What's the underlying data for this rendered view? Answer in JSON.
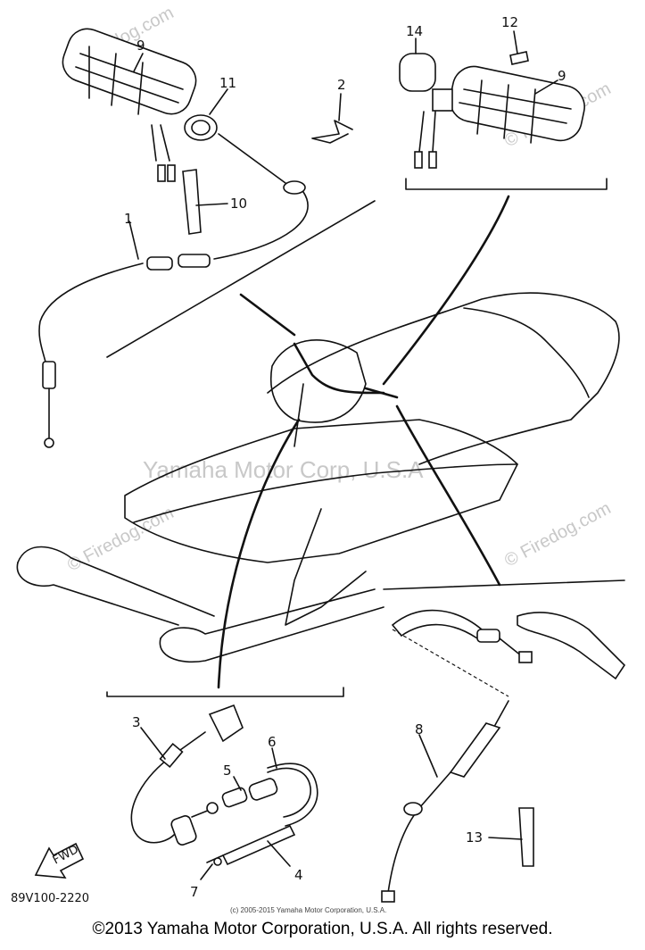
{
  "callouts": [
    {
      "id": "9a",
      "label": "9"
    },
    {
      "id": "11",
      "label": "11"
    },
    {
      "id": "2",
      "label": "2"
    },
    {
      "id": "14",
      "label": "14"
    },
    {
      "id": "12",
      "label": "12"
    },
    {
      "id": "9b",
      "label": "9"
    },
    {
      "id": "10",
      "label": "10"
    },
    {
      "id": "1",
      "label": "1"
    },
    {
      "id": "3",
      "label": "3"
    },
    {
      "id": "6",
      "label": "6"
    },
    {
      "id": "5",
      "label": "5"
    },
    {
      "id": "4",
      "label": "4"
    },
    {
      "id": "7",
      "label": "7"
    },
    {
      "id": "8",
      "label": "8"
    },
    {
      "id": "13",
      "label": "13"
    }
  ],
  "fwd_label": "FWD",
  "part_code": "89V100-2220",
  "watermark_main": "Yamaha Motor Corp, U.S.A",
  "watermark_site": "© Firedog.com",
  "small_copyright": "(c) 2005-2015 Yamaha Motor Corporation, U.S.A.",
  "footer_copyright": "©2013 Yamaha Motor Corporation, U.S.A. All rights reserved."
}
